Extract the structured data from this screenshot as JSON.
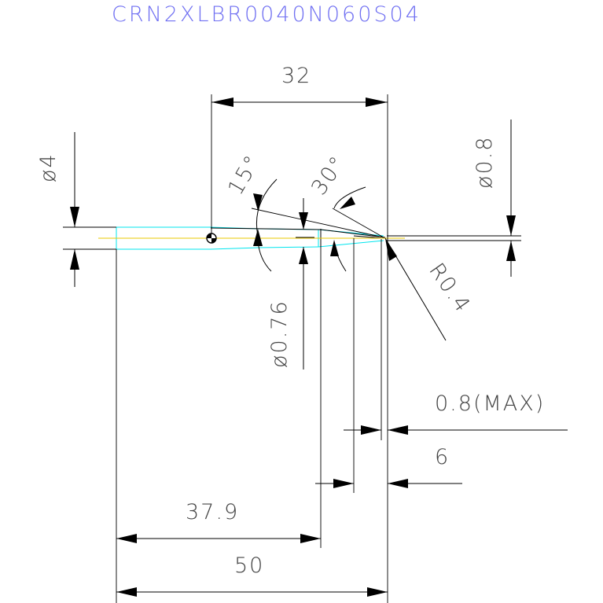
{
  "title": "CRN2XLBR0040N060S04",
  "dimensions": {
    "length_32": "32",
    "shank_dia": "ø4",
    "angle_15": "15°",
    "angle_30": "30°",
    "tip_dia": "ø0.8",
    "radius": "R0.4",
    "neck_dia": "ø0.76",
    "max_08": "0.8(MAX)",
    "length_6": "6",
    "length_379": "37.9",
    "length_50": "50"
  },
  "colors": {
    "title": "#6f6ff2",
    "tool_outline": "#00e5ee",
    "center_line": "#e8c800",
    "dimension": "#000000"
  }
}
